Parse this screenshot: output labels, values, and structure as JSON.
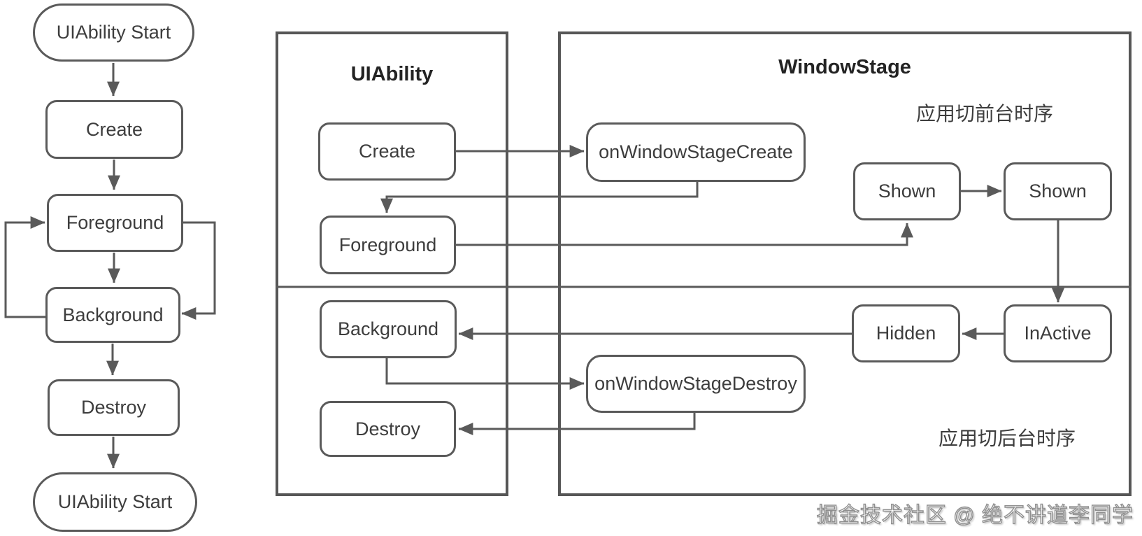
{
  "left_flow": {
    "start_top": "UIAbility Start",
    "create": "Create",
    "foreground": "Foreground",
    "background": "Background",
    "destroy": "Destroy",
    "start_bottom": "UIAbility Start"
  },
  "uiability_panel": {
    "title": "UIAbility",
    "create": "Create",
    "foreground": "Foreground",
    "background": "Background",
    "destroy": "Destroy"
  },
  "windowstage_panel": {
    "title": "WindowStage",
    "foreground_sequence_label": "应用切前台时序",
    "background_sequence_label": "应用切后台时序",
    "on_window_stage_create": "onWindowStageCreate",
    "shown_left": "Shown",
    "shown_right": "Shown",
    "hidden": "Hidden",
    "inactive": "InActive",
    "on_window_stage_destroy": "onWindowStageDestroy"
  },
  "watermark": "掘金技术社区 @ 绝不讲道李同学",
  "colors": {
    "line": "#5a5a5a",
    "node_text": "#3d3d3d",
    "title_text": "#232323",
    "background": "#ffffff",
    "watermark_outline": "#8f8f8f"
  }
}
